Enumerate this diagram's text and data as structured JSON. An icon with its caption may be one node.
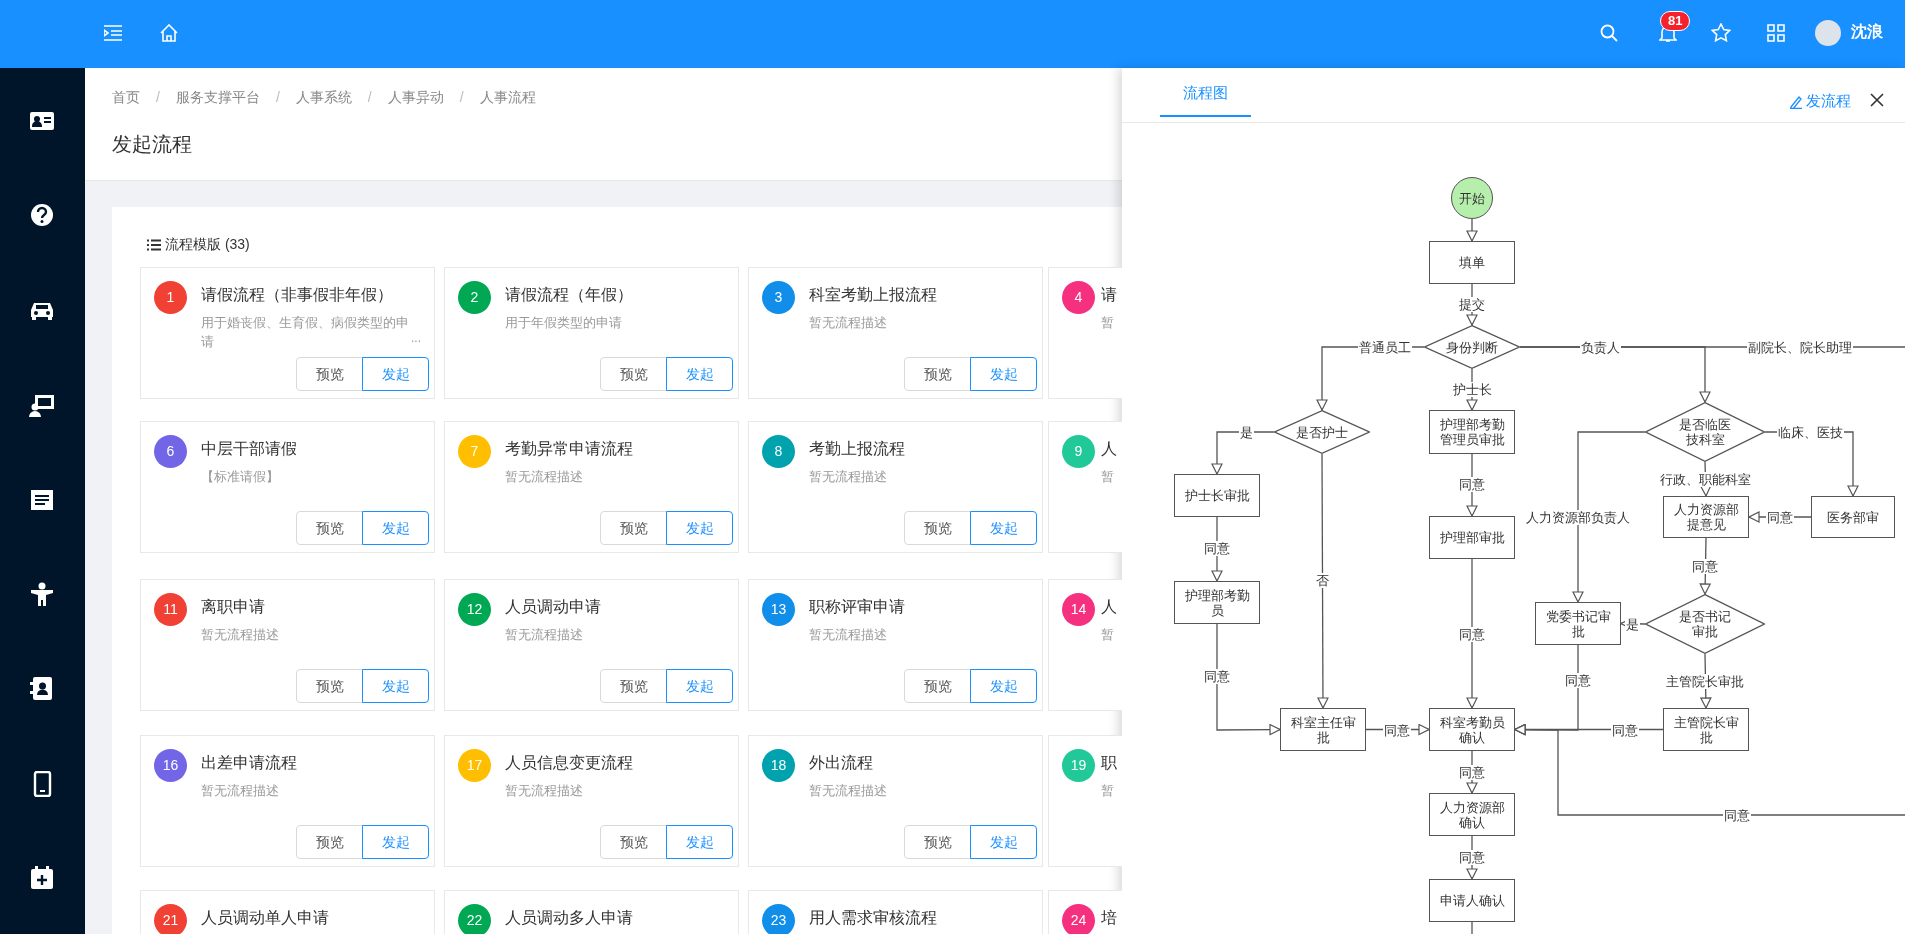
{
  "diagram": {
    "nodes": [
      {
        "text": [
          "开始"
        ]
      },
      {
        "text": [
          "填单"
        ]
      },
      {
        "text": [
          "身份判断"
        ]
      },
      {
        "text": [
          "是否护士"
        ]
      },
      {
        "text": [
          "护理部考勤管理员审批"
        ]
      },
      {
        "text": [
          "是否临医技科室"
        ]
      },
      {
        "text": [
          "护士长审批"
        ]
      },
      {
        "text": [
          "人力资源部提意见"
        ]
      },
      {
        "text": [
          "医务部审"
        ]
      },
      {
        "text": [
          "护理部审批"
        ]
      },
      {
        "text": [
          "护理部考勤员"
        ]
      },
      {
        "text": [
          "党委书记审批"
        ]
      },
      {
        "text": [
          "是否书记审批"
        ]
      },
      {
        "text": [
          "科室主任审批"
        ]
      },
      {
        "text": [
          "科室考勤员确认"
        ]
      },
      {
        "text": [
          "主管院长审批"
        ]
      },
      {
        "text": [
          "人力资源部确认"
        ]
      },
      {
        "text": [
          "申请人确认"
        ]
      },
      {
        "text": [
          "1",
          "请假流程（非事假非年假）",
          "用于婚丧假、生育假、病假类型的申请"
        ]
      },
      {
        "text": [
          "2",
          "请假流程（年假）",
          "用于年假类型的申请"
        ]
      },
      {
        "text": [
          "3",
          "科室考勤上报流程",
          "暂无流程描述"
        ]
      },
      {
        "text": [
          "4",
          "请",
          "暂"
        ]
      },
      {
        "text": [
          "6",
          "中层干部请假",
          "【标准请假】"
        ]
      },
      {
        "text": [
          "7",
          "考勤异常申请流程",
          "暂无流程描述"
        ]
      },
      {
        "text": [
          "8",
          "考勤上报流程",
          "暂无流程描述"
        ]
      },
      {
        "text": [
          "9",
          "人",
          "暂"
        ]
      },
      {
        "text": [
          "11",
          "离职申请",
          "暂无流程描述"
        ]
      },
      {
        "text": [
          "12",
          "人员调动申请",
          "暂无流程描述"
        ]
      },
      {
        "text": [
          "13",
          "职称评审申请",
          "暂无流程描述"
        ]
      },
      {
        "text": [
          "14",
          "人",
          "暂"
        ]
      },
      {
        "text": [
          "16",
          "出差申请流程",
          "暂无流程描述"
        ]
      },
      {
        "text": [
          "17",
          "人员信息变更流程",
          "暂无流程描述"
        ]
      },
      {
        "text": [
          "18",
          "外出流程",
          "暂无流程描述"
        ]
      },
      {
        "text": [
          "19",
          "职",
          "暂"
        ]
      },
      {
        "text": [
          "21",
          "人员调动单人申请"
        ]
      },
      {
        "text": [
          "22",
          "人员调动多人申请"
        ]
      },
      {
        "text": [
          "23",
          "用人需求审核流程"
        ]
      },
      {
        "text": [
          "24",
          "培"
        ]
      }
    ],
    "edges": [
      {
        "from": 0,
        "to": 1,
        "arrow": "to"
      },
      {
        "from": 1,
        "to": 2,
        "arrow": "to",
        "label": "提交"
      },
      {
        "from": 2,
        "to": 3,
        "arrow": "to",
        "label": "普通员工"
      },
      {
        "from": 2,
        "to": 4,
        "arrow": "to",
        "label": "护士长"
      },
      {
        "from": 2,
        "to": 5,
        "arrow": "to",
        "label": "负责人"
      },
      {
        "from": 2,
        "to": null,
        "arrow": "none",
        "label": "副院长、院长助理"
      },
      {
        "from": 3,
        "to": 6,
        "arrow": "to",
        "label": "是"
      },
      {
        "from": 3,
        "to": 13,
        "arrow": "to",
        "label": "否"
      },
      {
        "from": 5,
        "to": 7,
        "arrow": "to",
        "label": "行政、职能科室"
      },
      {
        "from": 5,
        "to": 8,
        "arrow": "to",
        "label": "临床、医技"
      },
      {
        "from": 5,
        "to": 11,
        "arrow": "to",
        "label": "人力资源部负责人"
      },
      {
        "from": 8,
        "to": 7,
        "arrow": "to",
        "label": "同意"
      },
      {
        "from": 6,
        "to": 10,
        "arrow": "to",
        "label": "同意"
      },
      {
        "from": 4,
        "to": 9,
        "arrow": "to",
        "label": "同意"
      },
      {
        "from": 9,
        "to": 14,
        "arrow": "to",
        "label": "同意"
      },
      {
        "from": 7,
        "to": 12,
        "arrow": "to",
        "label": "同意"
      },
      {
        "from": 12,
        "to": 11,
        "arrow": "to",
        "label": "是"
      },
      {
        "from": 12,
        "to": 15,
        "arrow": "to",
        "label": "主管院长审批"
      },
      {
        "from": 10,
        "to": 13,
        "arrow": "to",
        "label": "同意"
      },
      {
        "from": 13,
        "to": 14,
        "arrow": "to",
        "label": "同意"
      },
      {
        "from": 11,
        "to": 14,
        "arrow": "to",
        "label": "同意"
      },
      {
        "from": 15,
        "to": 14,
        "arrow": "to",
        "label": "同意"
      },
      {
        "from": null,
        "to": 14,
        "arrow": "to",
        "label": "同意"
      },
      {
        "from": 14,
        "to": 16,
        "arrow": "to",
        "label": "同意"
      },
      {
        "from": 16,
        "to": 17,
        "arrow": "to",
        "label": "同意"
      },
      {
        "from": 17,
        "to": null,
        "arrow": "none"
      }
    ],
    "labels": [
      "81",
      "沈浪",
      "首页",
      "/",
      "服务支撑平台",
      "/",
      "人事系统",
      "/",
      "人事异动",
      "/",
      "人事流程",
      "发起流程",
      "流程图",
      "发流程",
      "流程模版 (33)",
      "...",
      "预览",
      "发起",
      "预览",
      "发起",
      "预览",
      "发起",
      "预览",
      "发起",
      "预览",
      "发起",
      "预览",
      "发起",
      "预览",
      "发起",
      "预览",
      "发起",
      "预览",
      "发起",
      "预览",
      "发起",
      "预览",
      "发起",
      "预览",
      "发起"
    ]
  }
}
